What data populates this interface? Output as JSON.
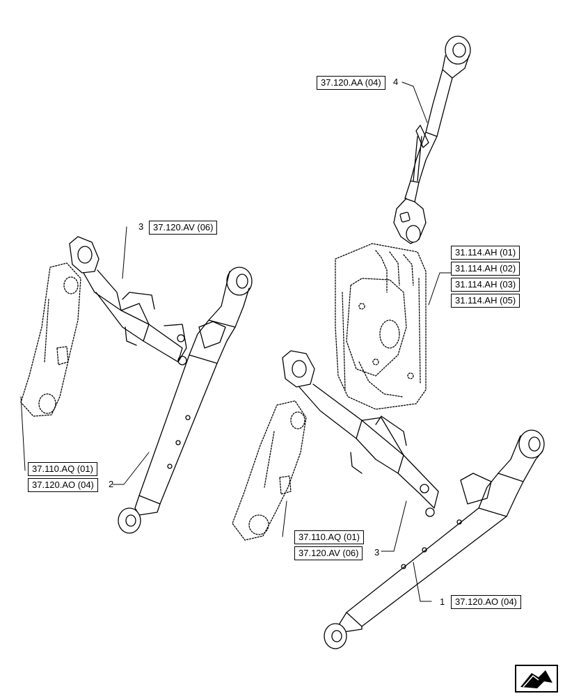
{
  "references": {
    "top_link_ref": "37.120.AA (04)",
    "left_stabilizer_ref": "37.120.AV (06)",
    "housing_refs": [
      "31.114.AH (01)",
      "31.114.AH (02)",
      "31.114.AH (03)",
      "31.114.AH (05)"
    ],
    "left_lift_arm_ref": "37.110.AQ (01)",
    "left_lower_link_ref": "37.120.AO (04)",
    "right_lift_arm_ref": "37.110.AQ (01)",
    "right_stabilizer_ref": "37.120.AV (06)",
    "right_lower_link_ref": "37.120.AO (04)"
  },
  "callouts": {
    "top_link": "4",
    "left_stabilizer": "3",
    "left_lower_link": "2",
    "right_stabilizer": "3",
    "right_lower_link": "1"
  },
  "nav": {
    "icon": "arrow-next-icon"
  }
}
